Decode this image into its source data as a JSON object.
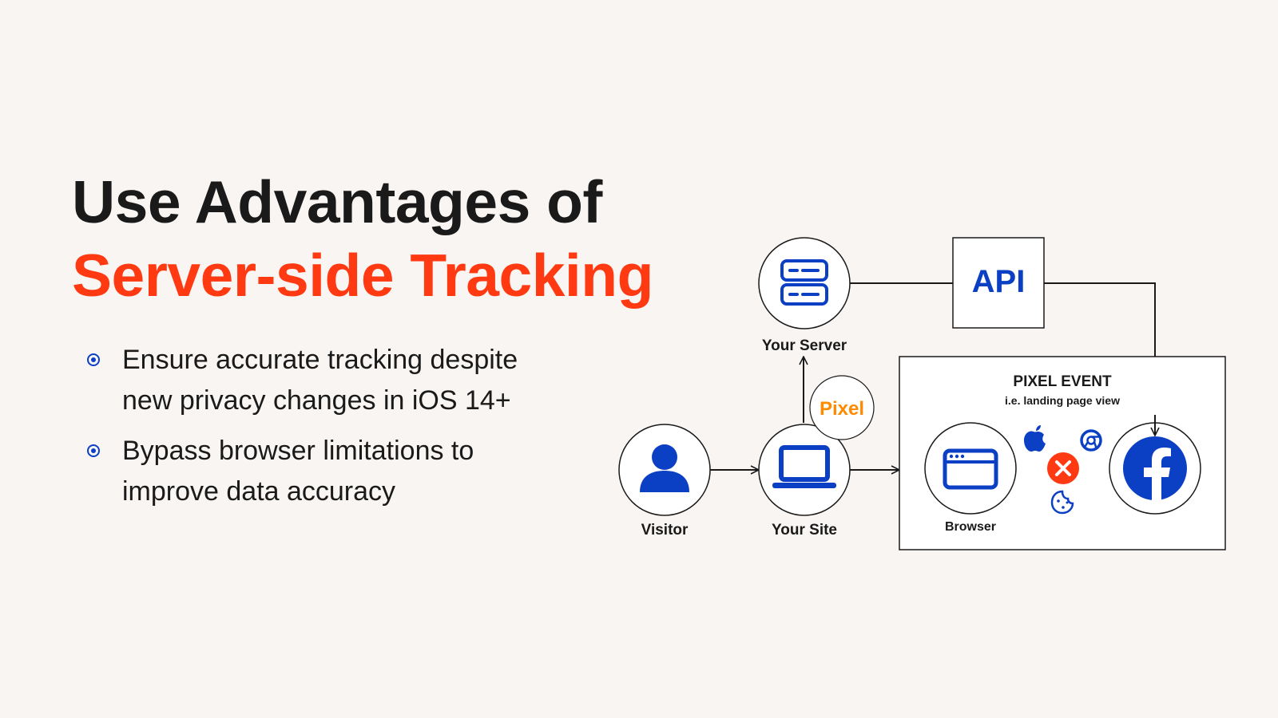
{
  "title": {
    "line1": "Use Advantages of",
    "line2": "Server-side Tracking"
  },
  "bullets": [
    "Ensure accurate tracking despite new privacy changes in iOS 14+",
    "Bypass browser limitations to improve data accuracy"
  ],
  "diagram": {
    "nodes": {
      "server": "Your Server",
      "api": "API",
      "pixel": "Pixel",
      "visitor": "Visitor",
      "site": "Your Site",
      "browser": "Browser"
    },
    "pixel_event": {
      "title": "PIXEL EVENT",
      "subtitle": "i.e. landing page view"
    }
  },
  "colors": {
    "accent": "#ff3a12",
    "title": "#1a1a1a",
    "icon_blue": "#0b3fc4",
    "pixel_orange": "#ff8a00",
    "blocked_red": "#ff3a12",
    "background": "#f8f5f2"
  },
  "icons": [
    "bullet-target-icon",
    "server-icon",
    "user-icon",
    "laptop-icon",
    "browser-window-icon",
    "facebook-icon",
    "apple-icon",
    "chrome-icon",
    "cookie-icon",
    "blocked-x-icon"
  ]
}
